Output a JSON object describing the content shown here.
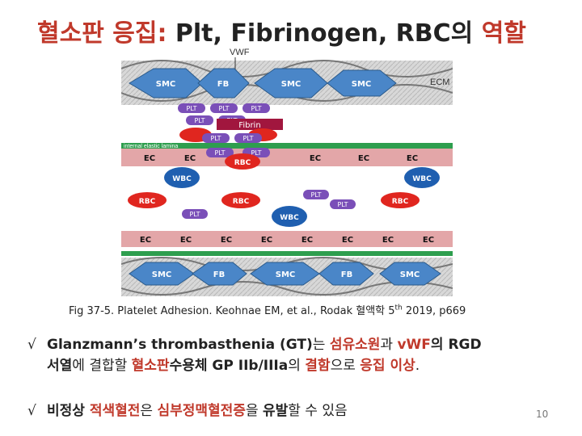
{
  "title": {
    "part1": "혈소판 응집: ",
    "part2": "Plt, Fibrinogen, RBC",
    "part3": "의 ",
    "part4": "역할"
  },
  "figure": {
    "top_label": "VWF",
    "ecm_label": "ECM",
    "fibrin_label": "Fibrin",
    "lamina_label": "internal elastic lamina",
    "smc": "SMC",
    "fb": "FB",
    "plt": "PLT",
    "ec": "EC",
    "rbc": "RBC",
    "wbc": "WBC",
    "colors": {
      "cell_blue": "#4a86c8",
      "rbc_red": "#e0261f",
      "wbc_blue": "#1f5fb0",
      "plt_purple": "#7a4fb8",
      "ec_pink": "#e3a6a8",
      "lamina_green": "#2e9e4e",
      "fibrin": "#a1163e"
    }
  },
  "caption": {
    "text": "Fig 37-5. Platelet Adhesion. Keohnae EM, et al., Rodak 혈액학 5",
    "sup": "th",
    "tail": " 2019, p669"
  },
  "bullets": {
    "mark": "√",
    "b1_a": "Glanzmann’s thrombasthenia (GT)",
    "b1_b": "는 ",
    "b1_c": "섬유소원",
    "b1_d": "과 ",
    "b1_e": "vWF",
    "b1_f": "의 RGD",
    "b1_g": "서열",
    "b1_h": "에 결합할 ",
    "b1_i": "혈소판",
    "b1_j": "수용체 ",
    "b1_k": "GP IIb/IIIa",
    "b1_l": "의 ",
    "b1_m": "결함",
    "b1_n": "으로 ",
    "b1_o": "응집 이상",
    "b1_p": ".",
    "b2_a": "비정상 ",
    "b2_b": "적색혈전",
    "b2_c": "은 ",
    "b2_d": "심부정맥혈전증",
    "b2_e": "을 ",
    "b2_f": "유발",
    "b2_g": "할 수 있음"
  },
  "page_number": "10"
}
